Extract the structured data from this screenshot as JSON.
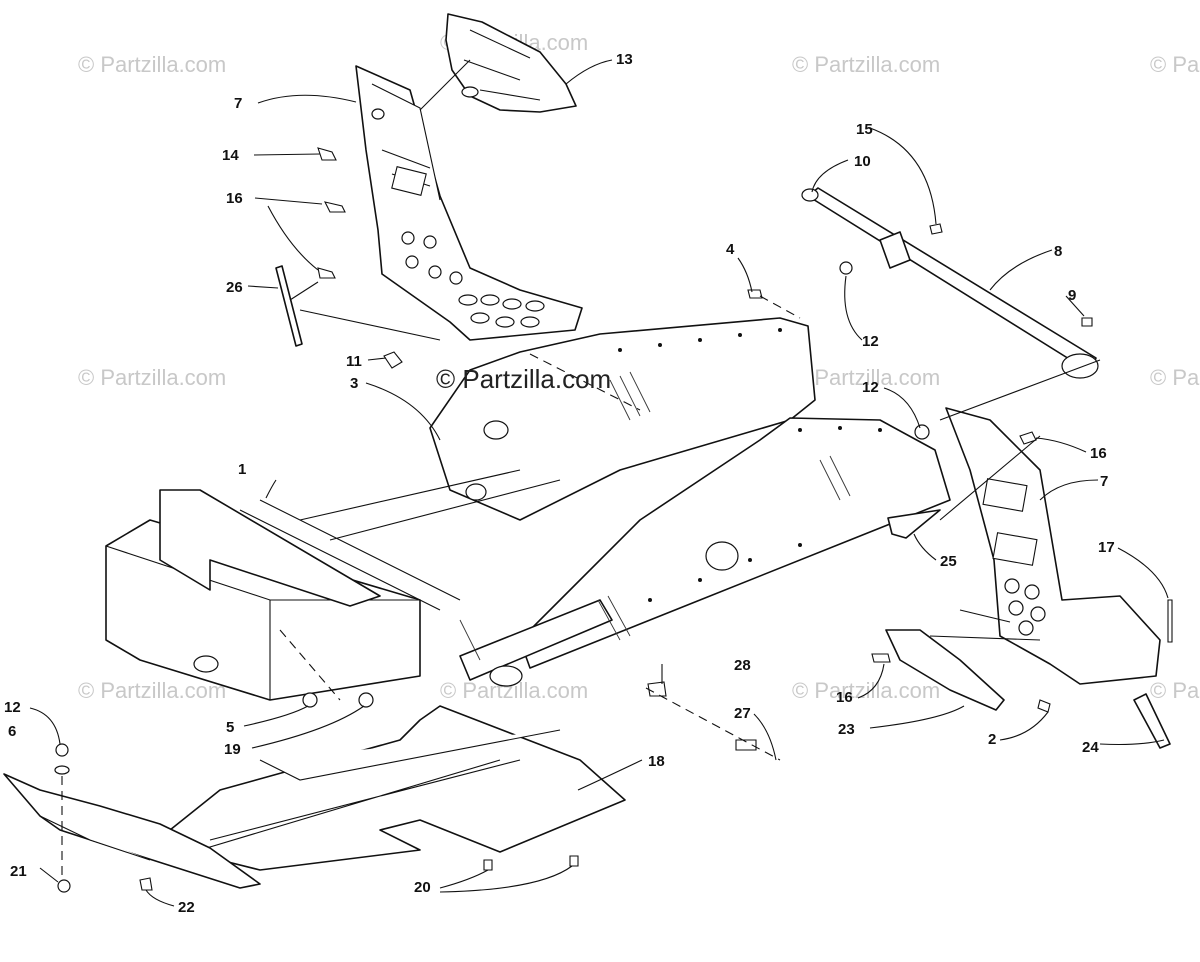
{
  "watermark_text": "© Partzilla.com",
  "center_watermark_text": "© Partzilla.com",
  "callouts": {
    "c1": "1",
    "c2": "2",
    "c3": "3",
    "c4": "4",
    "c5": "5",
    "c6": "6",
    "c7a": "7",
    "c7b": "7",
    "c8": "8",
    "c9": "9",
    "c10": "10",
    "c11": "11",
    "c12a": "12",
    "c12b": "12",
    "c12c": "12",
    "c13": "13",
    "c14": "14",
    "c15": "15",
    "c16a": "16",
    "c16b": "16",
    "c16c": "16",
    "c17": "17",
    "c18": "18",
    "c19": "19",
    "c20": "20",
    "c21": "21",
    "c22": "22",
    "c23": "23",
    "c24": "24",
    "c25": "25",
    "c26": "26",
    "c27": "27",
    "c28": "28"
  }
}
